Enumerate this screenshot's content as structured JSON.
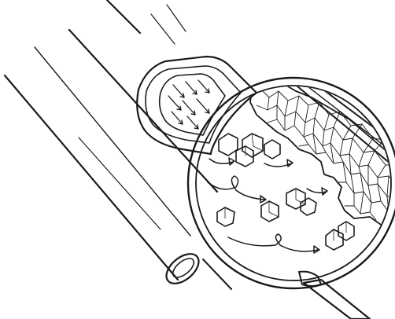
{
  "figure": {
    "description_hidden": "",
    "colors": {
      "ink": "#1a1a1a",
      "background": "#ffffff",
      "fill": "#ffffff"
    },
    "parts": [
      "pipe",
      "pipe-cutaway-window",
      "magnifying-glass",
      "crystal-particles",
      "scale-deposit",
      "flow-arrows"
    ]
  }
}
